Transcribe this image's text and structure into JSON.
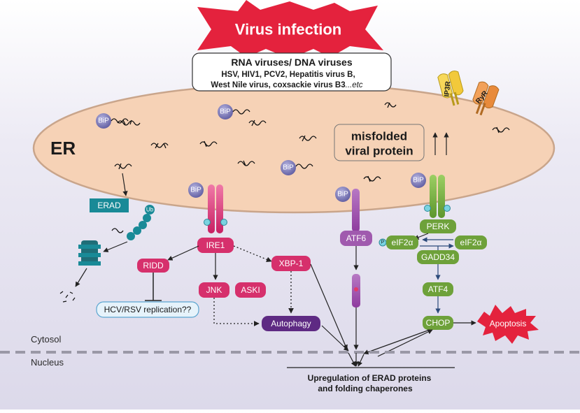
{
  "title": "Virus infection",
  "virus_box": {
    "heading": "RNA viruses/ DNA viruses",
    "line1": "HSV, HIV1, PCV2, Hepatitis virus B,",
    "line2": "West Nile virus, coxsackie virus B3",
    "line2_suffix": "...etc"
  },
  "er_label": "ER",
  "misfolded": {
    "line1": "misfolded",
    "line2": "viral protein"
  },
  "channels": {
    "ip3r": "IP3R",
    "ryr": "RyR"
  },
  "bip": "BiP",
  "ub": "Ub",
  "erad": "ERAD",
  "sensors": {
    "ire1": "IRE1",
    "atf6": "ATF6",
    "perk": "PERK"
  },
  "ire1_branch": {
    "ridd": "RIDD",
    "xbp1": "XBP-1",
    "jnk": "JNK",
    "ask1": "ASKI"
  },
  "hcv": "HCV/RSV replication??",
  "autophagy": "Autophagy",
  "perk_branch": {
    "eif2a_left": "eIF2α",
    "eif2a_right": "eIF2α",
    "gadd34": "GADD34",
    "atf4": "ATF4",
    "chop": "CHOP",
    "p": "P"
  },
  "apoptosis": "Apoptosis",
  "cytosol": "Cytosol",
  "nucleus": "Nucleus",
  "upregulation": {
    "line1": "Upregulation of ERAD proteins",
    "line2": "and folding chaperones"
  },
  "colors": {
    "er_fill": "#f6d2b6",
    "er_stroke": "#c9a58b",
    "red": "#e4223d",
    "pink": "#d6306c",
    "purple": "#5e2a83",
    "green": "#6ea13a",
    "teal": "#198a97",
    "bip": "#7e7bb5"
  }
}
